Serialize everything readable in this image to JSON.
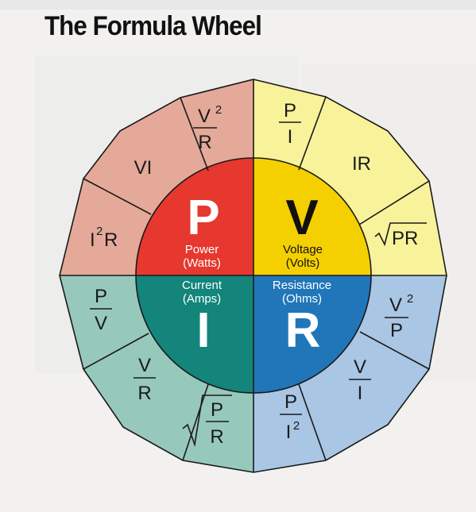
{
  "title": "The Formula Wheel",
  "colors": {
    "power_outer": "#e4a999",
    "voltage_outer": "#f8f29a",
    "resistance_outer": "#a9c6e4",
    "current_outer": "#97c8bc",
    "power_inner": "#e6382e",
    "voltage_inner": "#f4d000",
    "resistance_inner": "#2076b8",
    "current_inner": "#13857a",
    "line": "#1a1a1a"
  },
  "quadrants": {
    "power": {
      "letter": "P",
      "name": "Power",
      "unit": "(Watts)"
    },
    "voltage": {
      "letter": "V",
      "name": "Voltage",
      "unit": "(Volts)"
    },
    "current": {
      "letter": "I",
      "name": "Current",
      "unit": "(Amps)"
    },
    "resistance": {
      "letter": "R",
      "name": "Resistance",
      "unit": "(Ohms)"
    }
  },
  "formulas": {
    "v2_over_r": {
      "num": "V",
      "sup": "2",
      "den": "R"
    },
    "vi": {
      "text": "VI"
    },
    "i2r": {
      "base": "I",
      "sup": "2",
      "tail": "R"
    },
    "p_over_i": {
      "num": "P",
      "den": "I"
    },
    "ir": {
      "text": "IR"
    },
    "sqrt_pr": {
      "text": "PR"
    },
    "v2_over_p": {
      "num": "V",
      "sup": "2",
      "den": "P"
    },
    "v_over_i": {
      "num": "V",
      "den": "I"
    },
    "p_over_i2": {
      "num": "P",
      "den": "I",
      "sup": "2"
    },
    "sqrt_p_over_r": {
      "num": "P",
      "den": "R"
    },
    "v_over_r": {
      "num": "V",
      "den": "R"
    },
    "p_over_v": {
      "num": "P",
      "den": "V"
    }
  }
}
